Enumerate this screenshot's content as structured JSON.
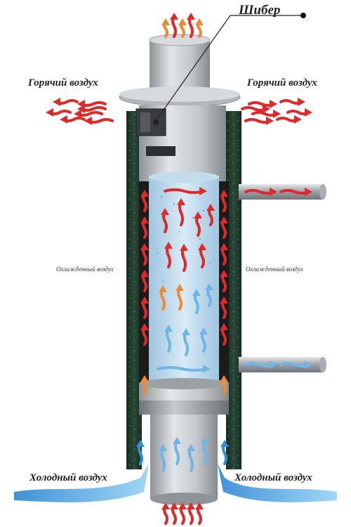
{
  "labels": {
    "damper": "Шибер",
    "hot_air_left": "Горячий воздух",
    "hot_air_right": "Горячий воздух",
    "cooled_air_left": "Охлажденный воздух",
    "cooled_air_right": "Охлажденный воздух",
    "cold_air_left": "Холодный воздух",
    "cold_air_right": "Холодный воздух"
  },
  "icons": {
    "hot_arrow": "red-wave-arrow-icon",
    "warm_arrow": "orange-wave-arrow-icon",
    "cold_arrow": "blue-wave-arrow-icon"
  },
  "colors": {
    "hot": "#e02a2a",
    "warm": "#f08a30",
    "cold": "#6fb6e8",
    "cold_stream": "#2f8fd8",
    "outer_casing": "#1f3a2c",
    "steel": "#b9bdc1"
  }
}
